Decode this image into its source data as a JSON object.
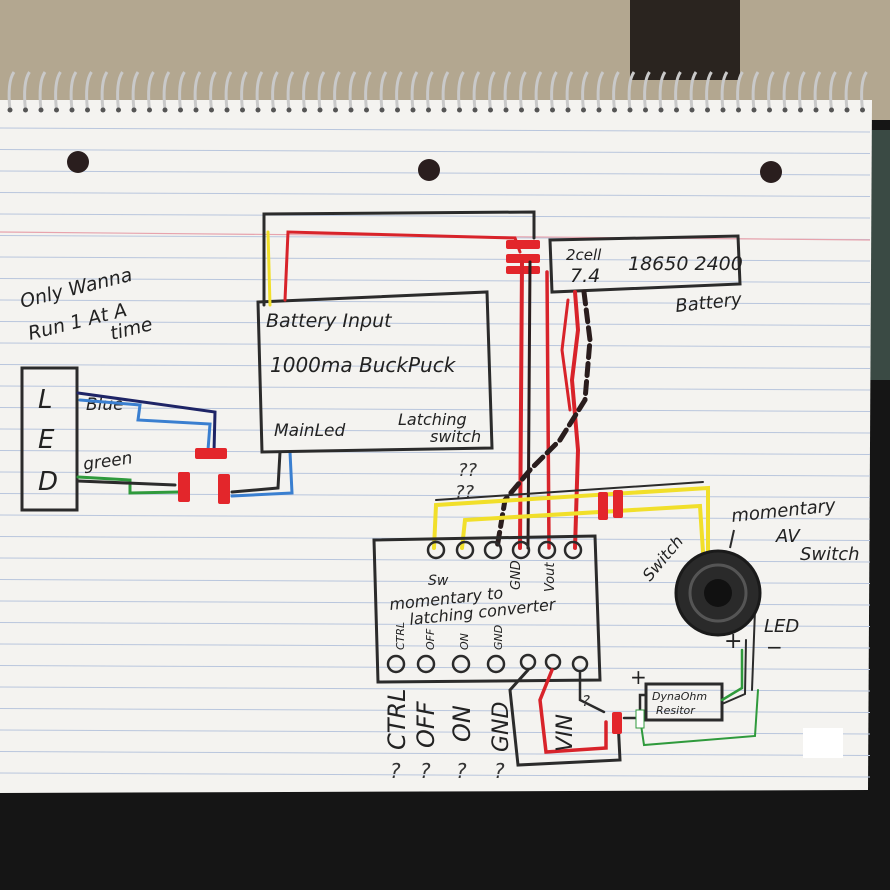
{
  "colors": {
    "paper": "#f4f3f0",
    "rule_line": "#b9c6dd",
    "margin_line": "#e7a3ad",
    "ink": "#2b2b2b",
    "red_wire": "#d8232a",
    "black_wire": "#2a1d1d",
    "yellow_wire": "#f1df2a",
    "blue_wire": "#3a7fd0",
    "navy_wire": "#1e2466",
    "green_wire": "#2f9a3c",
    "connector": "#e3262b"
  },
  "notes": {
    "only_line1": "Only Wanna",
    "only_line2": "Run 1 At A",
    "only_line3": "time",
    "dont_know1": "??",
    "dont_know_q": "?"
  },
  "led_main": {
    "letters": [
      "L",
      "E",
      "D"
    ],
    "blue_label": "Blue",
    "green_label": "green"
  },
  "buckpuck": {
    "battery_input": "Battery Input",
    "model": "1000ma BuckPuck",
    "main_led": "MainLed",
    "latching_line1": "Latching",
    "latching_line2": "switch"
  },
  "battery": {
    "line1": "2cell",
    "line2": "7.4",
    "spec": "18650 2400",
    "caption": "Battery"
  },
  "converter": {
    "line1": "momentary to",
    "line2": "latching converter",
    "top_pins": [
      "Sw",
      "",
      "",
      "GND",
      "Vout"
    ],
    "bottom_labels": [
      "CTRL",
      "OFF",
      "ON",
      "GND"
    ],
    "bottom_pin_small": [
      "CTRL",
      "OFF",
      "ON",
      "GND"
    ],
    "vin": "VIN"
  },
  "switch": {
    "title_line1": "momentary",
    "title_line2": "AV",
    "title_line3": "Switch",
    "switch_label": "Switch",
    "led_label": "LED",
    "plus": "+",
    "minus": "−",
    "small_plus": "+"
  },
  "resistor": {
    "line1": "DynaOhm",
    "line2": "Resitor",
    "plus": "+"
  }
}
